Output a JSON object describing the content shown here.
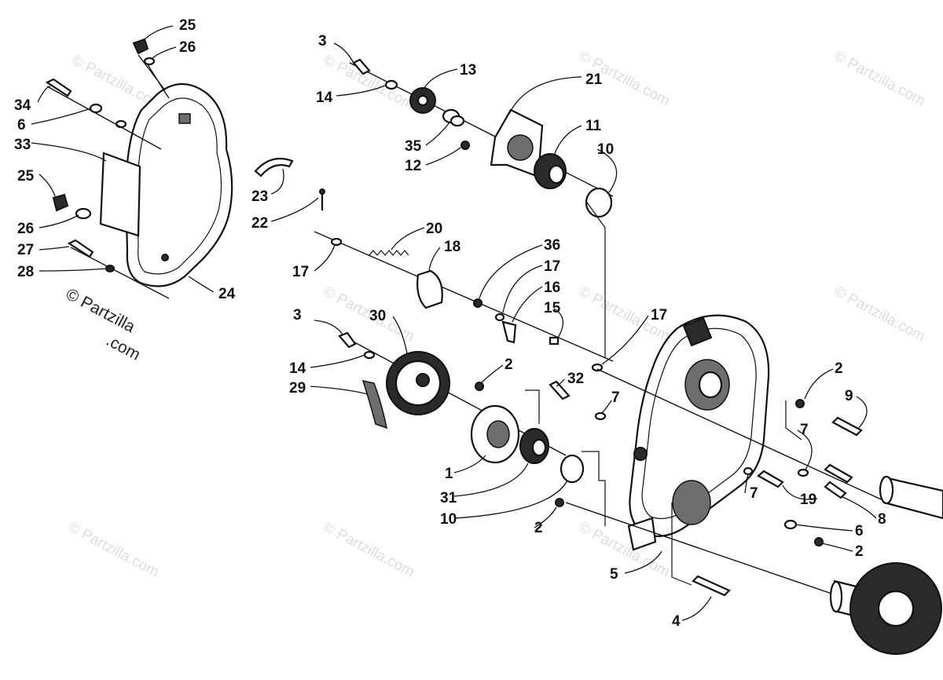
{
  "watermark": {
    "text": "© Partzilla.com",
    "brand_line1": "© Partzilla",
    "brand_line2": ".com"
  },
  "callouts": {
    "c1": "1",
    "c2a": "2",
    "c2b": "2",
    "c2c": "2",
    "c2d": "2",
    "c3a": "3",
    "c3b": "3",
    "c4": "4",
    "c5": "5",
    "c6a": "6",
    "c6b": "6",
    "c7a": "7",
    "c7b": "7",
    "c7c": "7",
    "c8": "8",
    "c9": "9",
    "c10a": "10",
    "c10b": "10",
    "c11": "11",
    "c12": "12",
    "c13": "13",
    "c14a": "14",
    "c14b": "14",
    "c15": "15",
    "c16": "16",
    "c17a": "17",
    "c17b": "17",
    "c17c": "17",
    "c18": "18",
    "c19": "19",
    "c20": "20",
    "c21": "21",
    "c22": "22",
    "c23": "23",
    "c24": "24",
    "c25a": "25",
    "c25b": "25",
    "c26a": "26",
    "c26b": "26",
    "c27": "27",
    "c28": "28",
    "c29": "29",
    "c30": "30",
    "c31": "31",
    "c32": "32",
    "c33": "33",
    "c34": "34",
    "c35": "35",
    "c36": "36"
  }
}
